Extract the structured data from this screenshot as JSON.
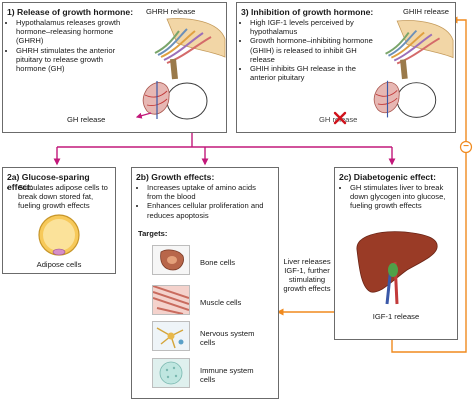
{
  "panel1": {
    "title": "1) Release of growth hormone:",
    "bullets": [
      "Hypothalamus releases growth hormone–releasing hormone (GHRH)",
      "GHRH stimulates the anterior pituitary to release growth hormone (GH)"
    ],
    "ghrh_label": "GHRH release",
    "gh_label": "GH release"
  },
  "panel3": {
    "title": "3) Inhibition of growth hormone:",
    "bullets": [
      "High IGF-1 levels perceived by hypothalamus",
      "Growth hormone–inhibiting hormone (GHIH) is released to inhibit GH release",
      "GHIH inhibits GH release in the anterior pituitary"
    ],
    "ghih_label": "GHIH release",
    "gh_label": "GH release",
    "minus_sign": "−"
  },
  "panel2a": {
    "title": "2a) Glucose-sparing effect:",
    "bullets": [
      "Stimulates adipose cells to break down stored fat, fueling growth effects"
    ],
    "image_label": "Adipose cells"
  },
  "panel2b": {
    "title": "2b) Growth effects:",
    "bullets": [
      "Increases uptake of amino acids from the blood",
      "Enhances cellular proliferation and reduces apoptosis"
    ],
    "targets_label": "Targets:",
    "targets": [
      "Bone cells",
      "Muscle cells",
      "Nervous system cells",
      "Immune system cells"
    ]
  },
  "panel2c": {
    "title": "2c) Diabetogenic effect:",
    "bullets": [
      "GH stimulates liver to break down glycogen into glucose, fueling growth effects"
    ],
    "image_label": "IGF-1 release"
  },
  "liver_note": "Liver releases IGF-1, further stimulating growth effects",
  "colors": {
    "arrow_pink": "#c2187a",
    "arrow_orange": "#f08a1e",
    "border": "#6b6b6b",
    "inhibit_x": "#d0121b",
    "liver": "#9a3b26"
  }
}
